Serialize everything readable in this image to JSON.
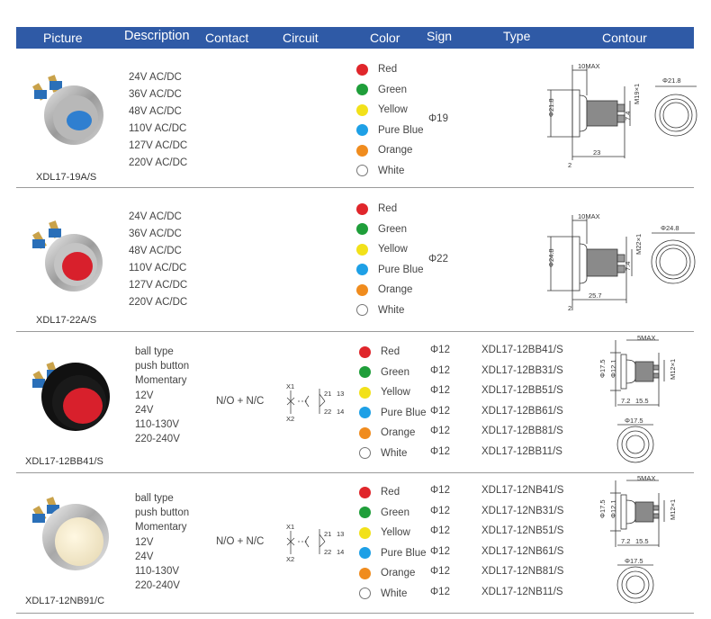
{
  "header": {
    "picture": "Picture",
    "description": "Description",
    "contact": "Contact",
    "circuit": "Circuit",
    "color": "Color",
    "sign": "Sign",
    "type": "Type",
    "contour": "Contour"
  },
  "colors": {
    "header_bg": "#2f5aa6",
    "red": "#e0262b",
    "green": "#1f9e3a",
    "yellow": "#f2e11a",
    "pure_blue": "#1ea0e6",
    "orange": "#f08c1e",
    "white": "#ffffff"
  },
  "rows": [
    {
      "model": "XDL17-19A/S",
      "description": [
        "24V   AC/DC",
        "36V   AC/DC",
        "48V   AC/DC",
        "110V  AC/DC",
        "127V  AC/DC",
        "220V  AC/DC"
      ],
      "colors": [
        "Red",
        "Green",
        "Yellow",
        "Pure Blue",
        "Orange",
        "White"
      ],
      "sign": "Φ19",
      "contour": {
        "top": "10MAX",
        "right": "Φ21.8",
        "left": "Φ21.8",
        "thread": "M19×1",
        "side": "7.4",
        "bottom": "23",
        "bottom_left": "2"
      }
    },
    {
      "model": "XDL17-22A/S",
      "description": [
        "24V   AC/DC",
        "36V   AC/DC",
        "48V   AC/DC",
        "110V  AC/DC",
        "127V  AC/DC",
        "220V  AC/DC"
      ],
      "colors": [
        "Red",
        "Green",
        "Yellow",
        "Pure Blue",
        "Orange",
        "White"
      ],
      "sign": "Φ22",
      "contour": {
        "top": "10MAX",
        "right": "Φ24.8",
        "left": "Φ24.8",
        "thread": "M22×1",
        "side": "7.4",
        "bottom": "25.7",
        "bottom_left": "2"
      }
    },
    {
      "model": "XDL17-12BB41/S",
      "description": [
        "ball type",
        "push button",
        "Momentary",
        "12V",
        "24V",
        "110-130V",
        "220-240V"
      ],
      "contact": "N/O + N/C",
      "circuit": {
        "x1": "X1",
        "x2": "X2",
        "t21": "21",
        "t22": "22",
        "t13": "13",
        "t14": "14"
      },
      "colors": [
        "Red",
        "Green",
        "Yellow",
        "Pure Blue",
        "Orange",
        "White"
      ],
      "signs": [
        "Φ12",
        "Φ12",
        "Φ12",
        "Φ12",
        "Φ12",
        "Φ12"
      ],
      "types": [
        "XDL17-12BB41/S",
        "XDL17-12BB31/S",
        "XDL17-12BB51/S",
        "XDL17-12BB61/S",
        "XDL17-12BB81/S",
        "XDL17-12BB11/S"
      ],
      "contour": {
        "top": "5MAX",
        "left": "Φ17.5",
        "inner": "Φ12.1",
        "thread": "M12×1",
        "b1": "7.2",
        "b2": "15.5",
        "front": "Φ17.5"
      }
    },
    {
      "model": "XDL17-12NB91/C",
      "description": [
        "ball type",
        "push button",
        "Momentary",
        "12V",
        "24V",
        "110-130V",
        "220-240V"
      ],
      "contact": "N/O + N/C",
      "circuit": {
        "x1": "X1",
        "x2": "X2",
        "t21": "21",
        "t22": "22",
        "t13": "13",
        "t14": "14"
      },
      "colors": [
        "Red",
        "Green",
        "Yellow",
        "Pure Blue",
        "Orange",
        "White"
      ],
      "signs": [
        "Φ12",
        "Φ12",
        "Φ12",
        "Φ12",
        "Φ12",
        "Φ12"
      ],
      "types": [
        "XDL17-12NB41/S",
        "XDL17-12NB31/S",
        "XDL17-12NB51/S",
        "XDL17-12NB61/S",
        "XDL17-12NB81/S",
        "XDL17-12NB11/S"
      ],
      "contour": {
        "top": "5MAX",
        "left": "Φ17.5",
        "inner": "Φ12.1",
        "thread": "M12×1",
        "b1": "7.2",
        "b2": "15.5",
        "front": "Φ17.5"
      }
    }
  ]
}
